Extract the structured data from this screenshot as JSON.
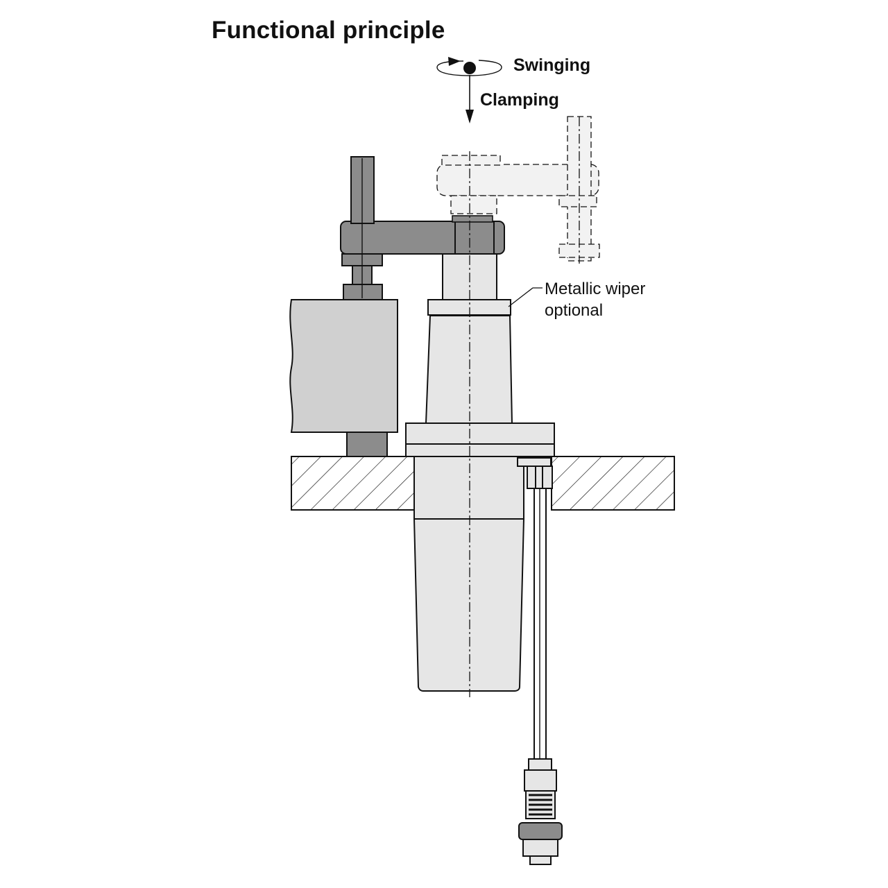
{
  "title": "Functional principle",
  "labels": {
    "swinging": "Swinging",
    "clamping": "Clamping",
    "wiper_line1": "Metallic wiper",
    "wiper_line2": "optional"
  },
  "colors": {
    "ink": "#111111",
    "arm_fill": "#8c8c8c",
    "workpiece_fill": "#d0d0d0",
    "body_fill": "#e6e6e6",
    "ghost_fill": "#f2f2f2",
    "background": "#ffffff"
  }
}
